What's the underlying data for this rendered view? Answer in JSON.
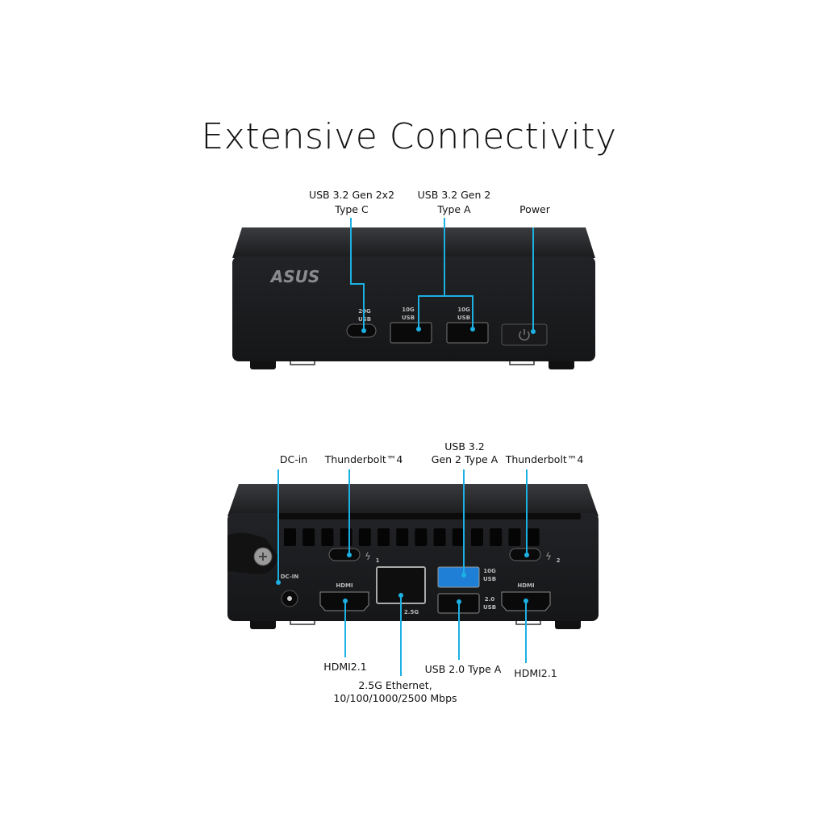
{
  "title": "Extensive Connectivity",
  "front": {
    "brand_logo": "ASUS",
    "labels": {
      "usb_c": [
        "USB 3.2 Gen 2x2",
        "Type C"
      ],
      "usb_a": [
        "USB 3.2 Gen 2",
        "Type A"
      ],
      "power": "Power"
    },
    "port_marks": {
      "usb_c": [
        "20G",
        "USB"
      ],
      "usb_a1": [
        "10G",
        "USB"
      ],
      "usb_a2": [
        "10G",
        "USB"
      ]
    }
  },
  "rear": {
    "labels": {
      "dc_in": "DC-in",
      "tb1": "Thunderbolt™4",
      "usb3": [
        "USB 3.2",
        "Gen 2 Type A"
      ],
      "tb2": "Thunderbolt™4",
      "hdmi1": "HDMI2.1",
      "ethernet": [
        "2.5G Ethernet,",
        "10/100/1000/2500 Mbps"
      ],
      "usb2": "USB 2.0 Type A",
      "hdmi2": "HDMI2.1"
    },
    "port_marks": {
      "dc": "DC-IN",
      "hdmi": "HDMI",
      "eth": "2.5G",
      "usb3": [
        "10G",
        "USB"
      ],
      "usb2": [
        "2.0",
        "USB"
      ],
      "tb1": "1",
      "tb2": "2"
    }
  },
  "colors": {
    "callout": "#1cb0e3",
    "device": "#1c1d1f"
  }
}
